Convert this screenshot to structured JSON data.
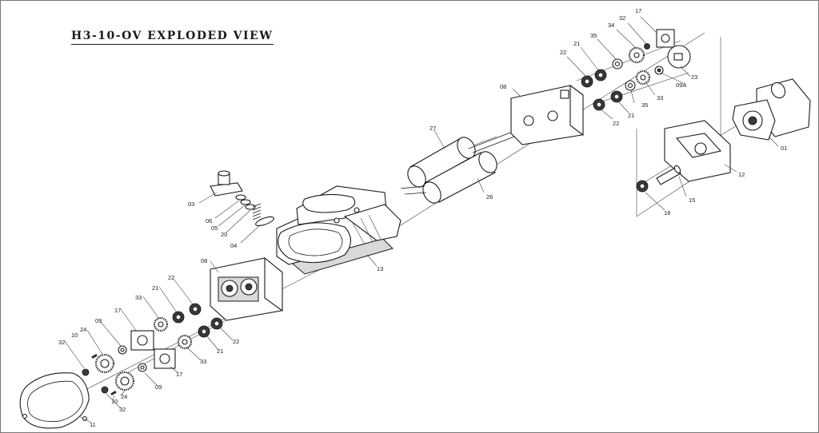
{
  "title": "H3-10-OV EXPLODED VIEW",
  "part_labels": {
    "p17a": "17",
    "p32a": "32",
    "p34": "34",
    "p35a": "35",
    "p21a": "21",
    "p22a": "22",
    "p08a": "08",
    "p09A": "09A",
    "p23": "23",
    "p33a": "33",
    "p35b": "35",
    "p21b": "21",
    "p22b": "22",
    "p01": "01",
    "p12": "12",
    "p15": "15",
    "p18": "18",
    "p27": "27",
    "p26": "26",
    "p03": "03",
    "p06": "06",
    "p05": "05",
    "p20": "20",
    "p04": "04",
    "p13": "13",
    "p08b": "08",
    "p22c": "22",
    "p21c": "21",
    "p33b": "33",
    "p17b": "17",
    "p09a": "09",
    "p10a": "10",
    "p24a": "24",
    "p32b": "32",
    "p21d": "21",
    "p22d": "22",
    "p33c": "33",
    "p17c": "17",
    "p09b": "09",
    "p24b": "24",
    "p10b": "10",
    "p32c": "32",
    "p11": "11"
  }
}
